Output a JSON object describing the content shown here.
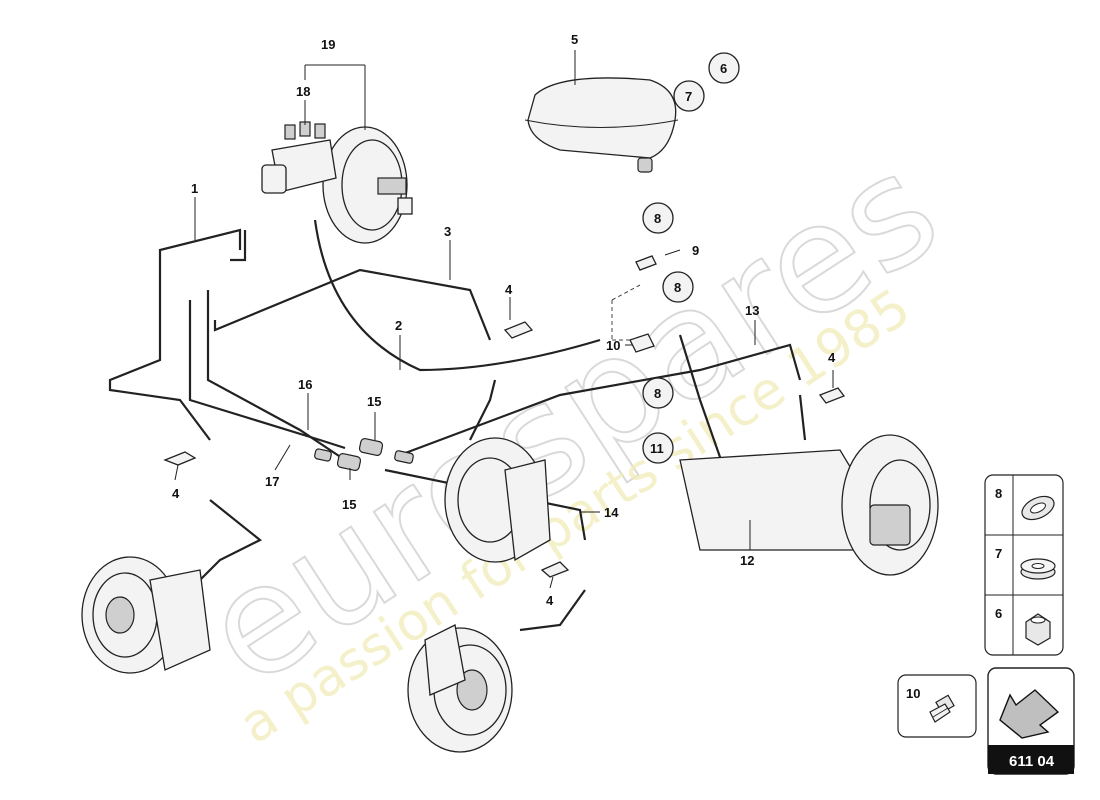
{
  "watermark": {
    "brand": "eurospares",
    "tagline": "a passion for parts since 1985"
  },
  "callouts": {
    "c1": "1",
    "c2": "2",
    "c3": "3",
    "c4a": "4",
    "c4b": "4",
    "c4c": "4",
    "c4d": "4",
    "c5": "5",
    "c6": "6",
    "c7": "7",
    "c8a": "8",
    "c8b": "8",
    "c8c": "8",
    "c9": "9",
    "c10": "10",
    "c11": "11",
    "c12": "12",
    "c13": "13",
    "c14": "14",
    "c15a": "15",
    "c15b": "15",
    "c16": "16",
    "c17": "17",
    "c18": "18",
    "c19": "19"
  },
  "legend": {
    "row8": "8",
    "row7": "7",
    "row6": "6",
    "row10": "10"
  },
  "page_code": "611 04"
}
